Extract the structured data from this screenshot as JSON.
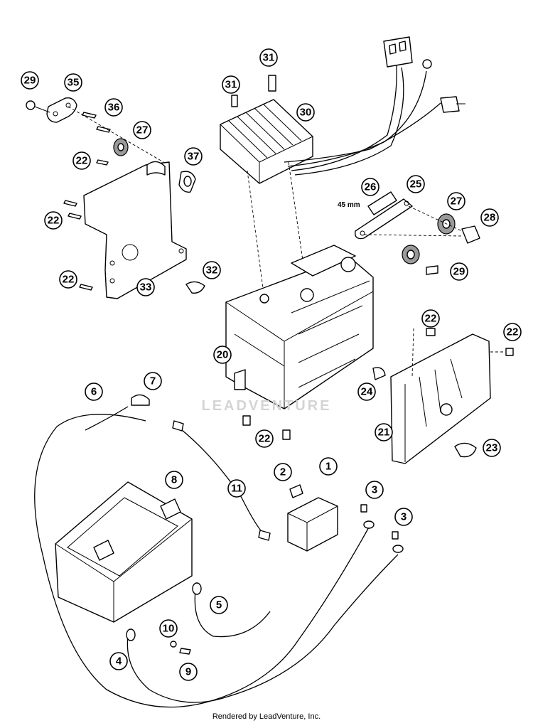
{
  "callouts": [
    {
      "id": "c29a",
      "num": "29"
    },
    {
      "id": "c35",
      "num": "35"
    },
    {
      "id": "c36",
      "num": "36"
    },
    {
      "id": "c27a",
      "num": "27"
    },
    {
      "id": "c22a",
      "num": "22"
    },
    {
      "id": "c37",
      "num": "37"
    },
    {
      "id": "c22b",
      "num": "22"
    },
    {
      "id": "c22c",
      "num": "22"
    },
    {
      "id": "c33",
      "num": "33"
    },
    {
      "id": "c32",
      "num": "32"
    },
    {
      "id": "c31a",
      "num": "31"
    },
    {
      "id": "c31b",
      "num": "31"
    },
    {
      "id": "c30",
      "num": "30"
    },
    {
      "id": "c26",
      "num": "26"
    },
    {
      "id": "c25",
      "num": "25"
    },
    {
      "id": "c27b",
      "num": "27"
    },
    {
      "id": "c28",
      "num": "28"
    },
    {
      "id": "c29b",
      "num": "29"
    },
    {
      "id": "c20",
      "num": "20"
    },
    {
      "id": "c22d",
      "num": "22"
    },
    {
      "id": "c22e",
      "num": "22"
    },
    {
      "id": "c24",
      "num": "24"
    },
    {
      "id": "c21",
      "num": "21"
    },
    {
      "id": "c23",
      "num": "23"
    },
    {
      "id": "c22f",
      "num": "22"
    },
    {
      "id": "c6",
      "num": "6"
    },
    {
      "id": "c7",
      "num": "7"
    },
    {
      "id": "c8",
      "num": "8"
    },
    {
      "id": "c11",
      "num": "11"
    },
    {
      "id": "c2",
      "num": "2"
    },
    {
      "id": "c1",
      "num": "1"
    },
    {
      "id": "c3a",
      "num": "3"
    },
    {
      "id": "c3b",
      "num": "3"
    },
    {
      "id": "c5",
      "num": "5"
    },
    {
      "id": "c10",
      "num": "10"
    },
    {
      "id": "c9",
      "num": "9"
    },
    {
      "id": "c4",
      "num": "4"
    }
  ],
  "dimension_label": "45 mm",
  "watermark": "LEADVENTURE",
  "footer": "Rendered by LeadVenture, Inc."
}
